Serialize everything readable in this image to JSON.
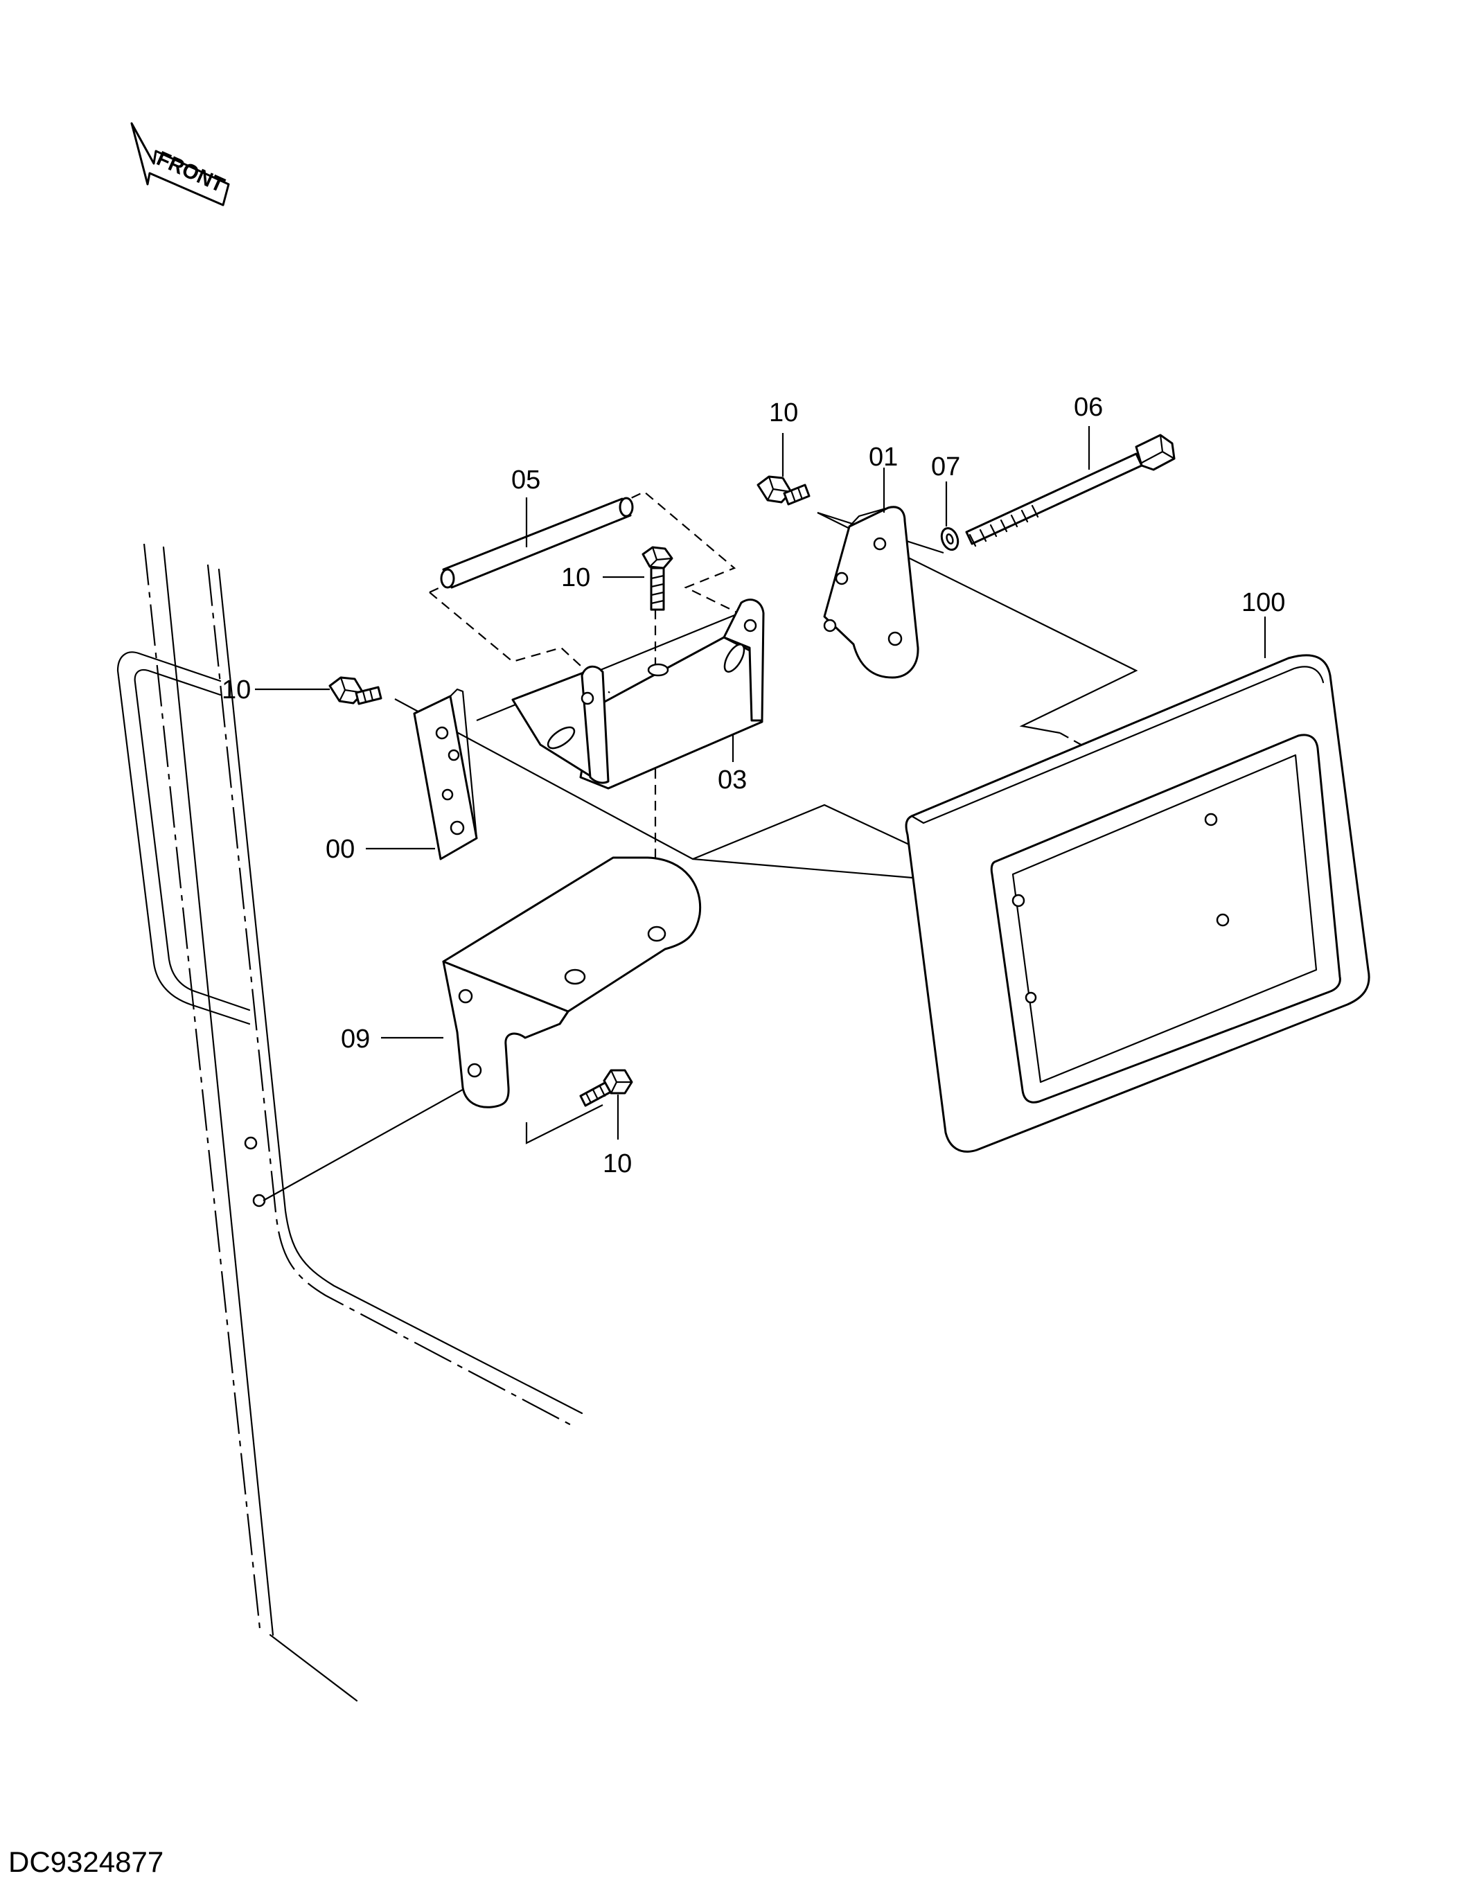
{
  "orientation": {
    "label": "FRONT",
    "icon": "front-direction-arrow-icon"
  },
  "callouts": [
    {
      "id": "10a",
      "label": "10"
    },
    {
      "id": "06",
      "label": "06"
    },
    {
      "id": "01",
      "label": "01"
    },
    {
      "id": "07",
      "label": "07"
    },
    {
      "id": "05",
      "label": "05"
    },
    {
      "id": "10b",
      "label": "10"
    },
    {
      "id": "100",
      "label": "100"
    },
    {
      "id": "10c",
      "label": "10"
    },
    {
      "id": "03",
      "label": "03"
    },
    {
      "id": "00",
      "label": "00"
    },
    {
      "id": "09",
      "label": "09"
    },
    {
      "id": "10d",
      "label": "10"
    }
  ],
  "document_id": "DC9324877"
}
